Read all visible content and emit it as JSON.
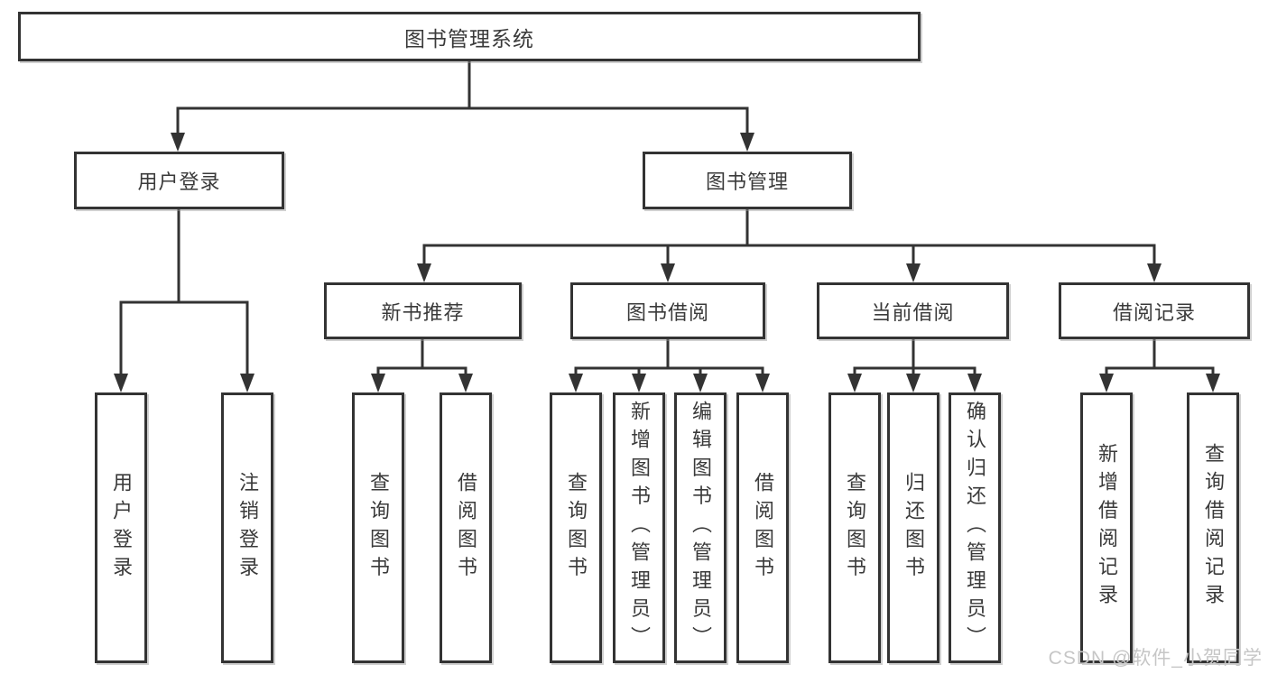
{
  "diagram": {
    "root": {
      "label": "图书管理系统"
    },
    "branches": {
      "user_login": {
        "label": "用户登录",
        "children": [
          "用户登录",
          "注销登录"
        ]
      },
      "book_management": {
        "label": "图书管理"
      }
    },
    "modules": {
      "new_book_recommend": {
        "label": "新书推荐",
        "children": [
          "查询图书",
          "借阅图书"
        ]
      },
      "book_borrow": {
        "label": "图书借阅",
        "children": [
          "查询图书",
          "新增图书（管理员）",
          "编辑图书（管理员）",
          "借阅图书"
        ]
      },
      "current_borrow": {
        "label": "当前借阅",
        "children": [
          "查询图书",
          "归还图书",
          "确认归还（管理员）"
        ]
      },
      "borrow_records": {
        "label": "借阅记录",
        "children": [
          "新增借阅记录",
          "查询借阅记录"
        ]
      }
    },
    "colors": {
      "line": "#333333",
      "text": "#3a3a3a",
      "background": "#ffffff",
      "watermark_color": "#c6c6c6"
    }
  },
  "watermark": "CSDN @软件_小贺同学"
}
